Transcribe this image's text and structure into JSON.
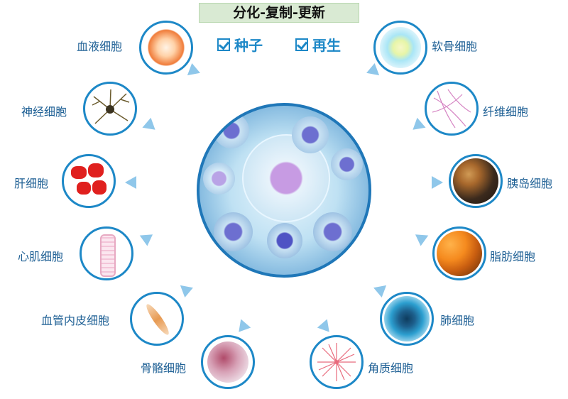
{
  "title": "分化-复制-更新",
  "tags": {
    "seed": "种子",
    "regen": "再生"
  },
  "cells": {
    "blood": "血液细胞",
    "nerve": "神经细胞",
    "liver": "肝细胞",
    "cardiac": "心肌细胞",
    "endothelial": "血管内皮细胞",
    "bone": "骨骼细胞",
    "cartilage": "软骨细胞",
    "fiber": "纤维细胞",
    "islet": "胰岛细胞",
    "fat": "脂肪细胞",
    "lung": "肺细胞",
    "keratin": "角质细胞"
  }
}
